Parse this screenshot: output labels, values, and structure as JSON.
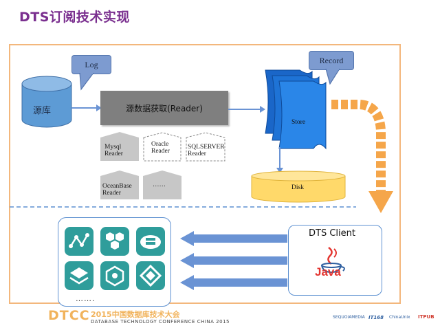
{
  "slide": {
    "title": "DTS订阅技术实现"
  },
  "callouts": {
    "log": "Log",
    "record": "Record"
  },
  "source_db": {
    "label": "源库"
  },
  "reader_bar": {
    "label": "源数据获取(Reader)"
  },
  "readers": [
    {
      "line1": "Mysql",
      "line2": "Reader"
    },
    {
      "line1": "Oracle",
      "line2": "Reader"
    },
    {
      "line1": "SQLSERVER",
      "line2": "Reader"
    },
    {
      "line1": "OceanBase",
      "line2": "Reader"
    },
    {
      "line1": "……",
      "line2": ""
    }
  ],
  "store": {
    "label": "Store"
  },
  "disk": {
    "label": "Disk"
  },
  "client": {
    "title": "DTS Client",
    "logo_text": "Java",
    "logo_icon": "java-cup-icon"
  },
  "apps": {
    "icons": [
      "graph-icon",
      "hexagon-cluster-icon",
      "cloud-database-icon",
      "layers-icon",
      "network-cube-icon",
      "diamond-icon"
    ],
    "more": "……."
  },
  "footer": {
    "event": "DTCC",
    "event_cn": "2015中国数据库技术大会",
    "subtitle": "DATABASE TECHNOLOGY CONFERENCE CHINA 2015",
    "sponsors": [
      "SEQUOIAMEDIA",
      "IT168",
      "ChinaUnix",
      "ITPUB"
    ]
  },
  "colors": {
    "title": "#7a2f8f",
    "frame": "#f3b77c",
    "callout": "#7d9bd0",
    "db": "#5d9bd5",
    "store": "#1e73d6",
    "disk": "#ffd96a",
    "arrow_orange": "#f5a64a",
    "arrow_blue": "#6a93d4",
    "app_teal": "#2f9d9b"
  }
}
